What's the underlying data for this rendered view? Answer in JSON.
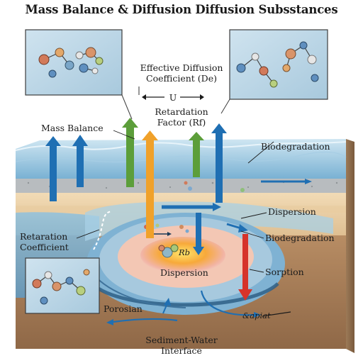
{
  "title": "Mass Balance & Diffusion Diffusion Subsstances",
  "labels": {
    "effective_diffusion_line1": "Effective Diffusion",
    "effective_diffusion_line2": "Coefficient (De)",
    "velocity": "U",
    "retardation_factor_line1": "Retardation",
    "retardation_factor_line2": "Factor (Rf)",
    "mass_balance": "Mass Balance",
    "biodegradation_top": "Biodegradation",
    "dispersion_right": "Dispersion",
    "biodegradation_right": "Biodegradation",
    "retardation_coefficient_line1": "Retaration",
    "retardation_coefficient_line2": "Coefficient",
    "rb": "Rb",
    "dispersion_center": "Dispersion",
    "sorption": "Sorption",
    "porosity": "Porosian",
    "sapiat": "&apiat",
    "interface_line1": "Sediment-Water",
    "interface_line2": "Interface"
  },
  "colors": {
    "water": "#7fb6d6",
    "sediment": "#e9cfa6",
    "gravel": "#b5b9bb",
    "bedrock": "#a07a55",
    "arrow_blue": "#1f6fb3",
    "arrow_green": "#5c9e3a",
    "arrow_orange": "#f0a12a",
    "arrow_red": "#d6332a",
    "plume_core": "#f7c531"
  },
  "icons": [
    "molecule-cluster-icon",
    "up-arrow-icon",
    "down-arrow-icon",
    "double-arrow-icon"
  ]
}
